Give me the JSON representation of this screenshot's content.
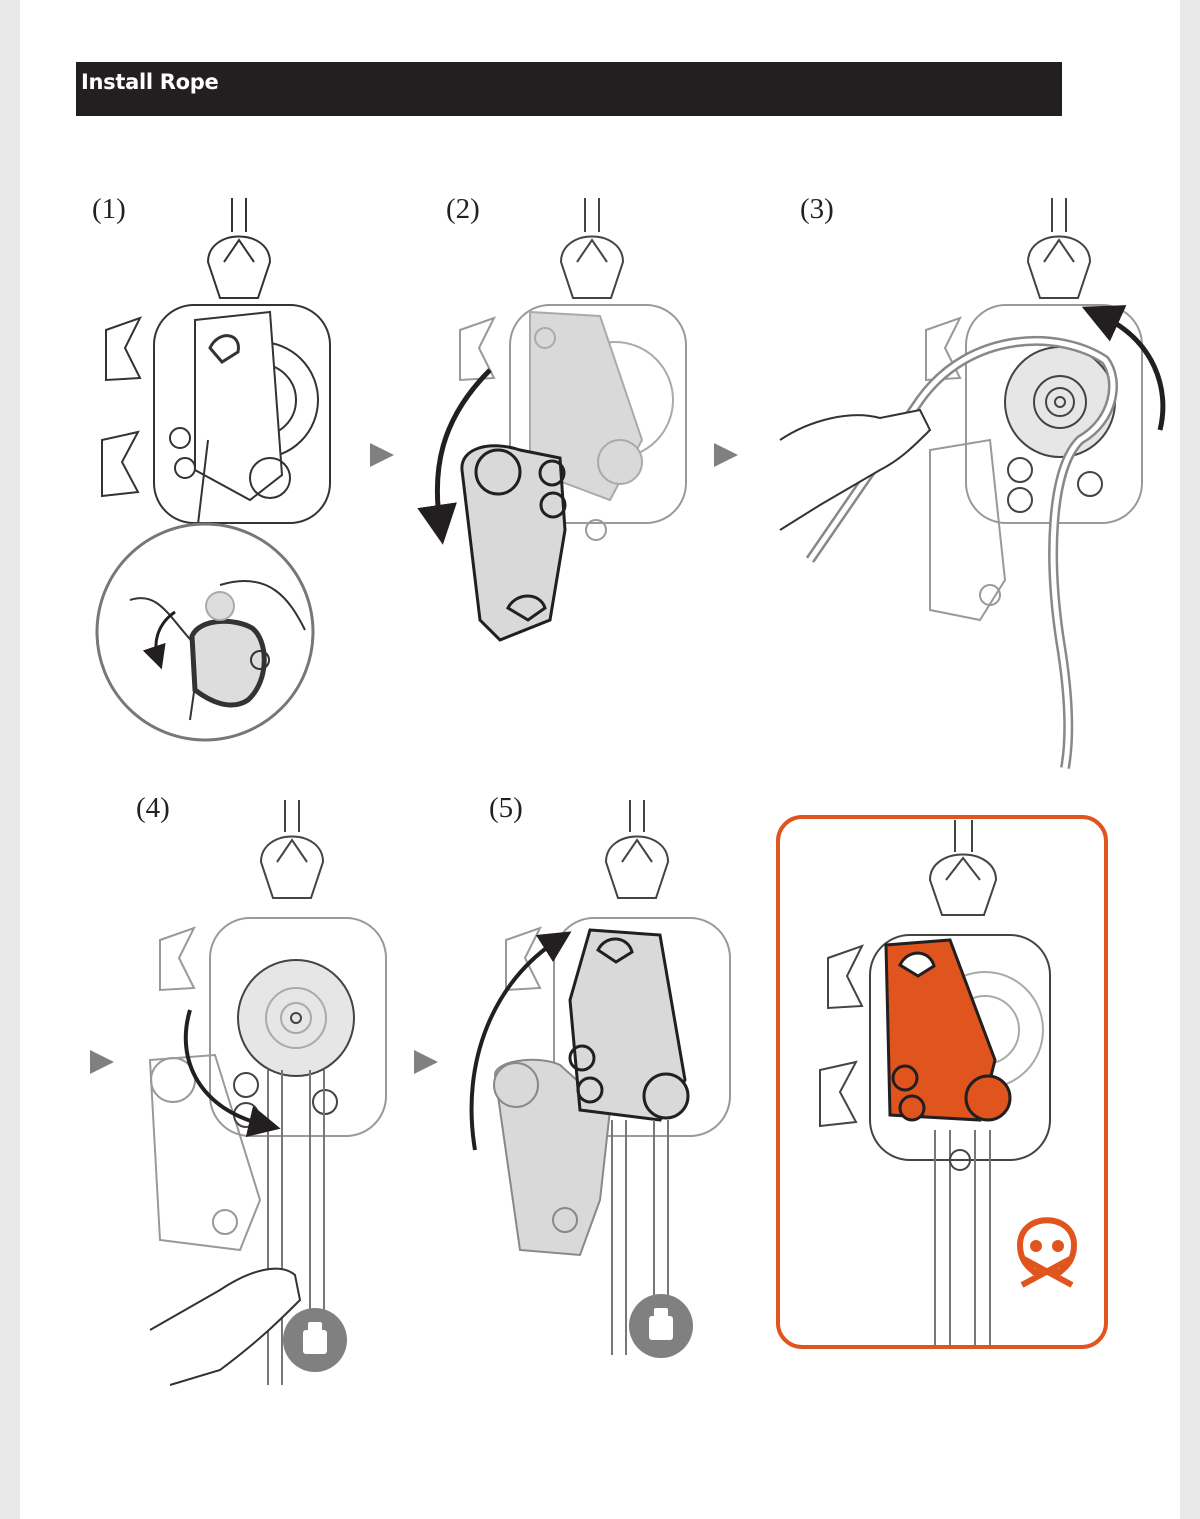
{
  "header": {
    "title": "Install Rope"
  },
  "steps": [
    {
      "label": "(1)"
    },
    {
      "label": "(2)"
    },
    {
      "label": "(3)"
    },
    {
      "label": "(4)"
    },
    {
      "label": "(5)"
    }
  ],
  "warning": {
    "icon": "skull-crossbones-icon",
    "accent_color": "#e0541e"
  },
  "colors": {
    "ink": "#231f20",
    "panel_gray": "#d9d9d9",
    "arrow_gray": "#808080",
    "accent": "#e0541e"
  }
}
